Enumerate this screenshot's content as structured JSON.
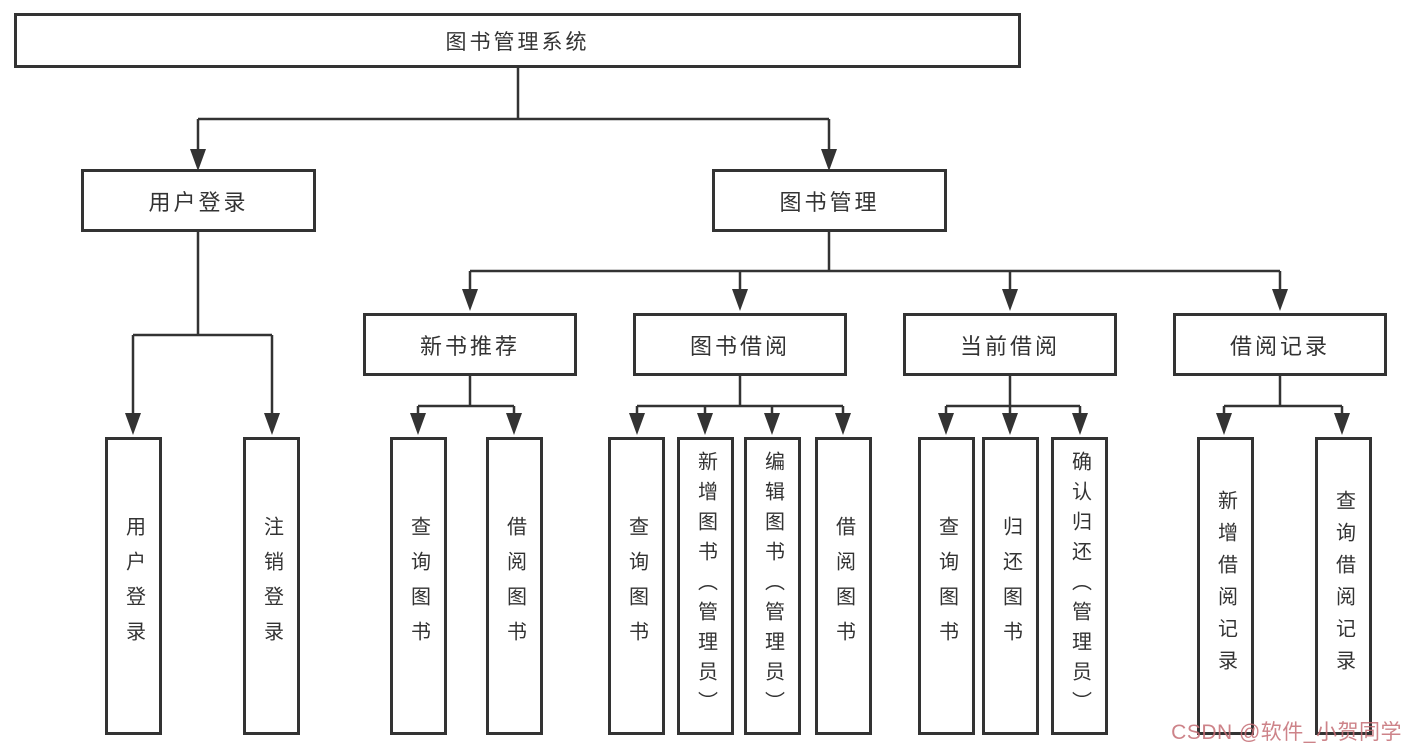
{
  "nodes": {
    "root": "图书管理系统",
    "l2": [
      "用户登录",
      "图书管理"
    ],
    "l3": [
      "新书推荐",
      "图书借阅",
      "当前借阅",
      "借阅记录"
    ],
    "leaves_user_login": [
      "用户登录",
      "注销登录"
    ],
    "leaves_new_book": [
      "查询图书",
      "借阅图书"
    ],
    "leaves_book_borrow": [
      "查询图书",
      "新增图书（管理员）",
      "编辑图书（管理员）",
      "借阅图书"
    ],
    "leaves_current_borrow": [
      "查询图书",
      "归还图书",
      "确认归还（管理员）"
    ],
    "leaves_borrow_record": [
      "新增借阅记录",
      "查询借阅记录"
    ]
  },
  "watermark": {
    "text": "CSDN @软件_小贺同学",
    "color": "#c56e75"
  },
  "colors": {
    "line": "#333333",
    "box_border": "#333333",
    "text": "#333333",
    "background": "#ffffff"
  }
}
